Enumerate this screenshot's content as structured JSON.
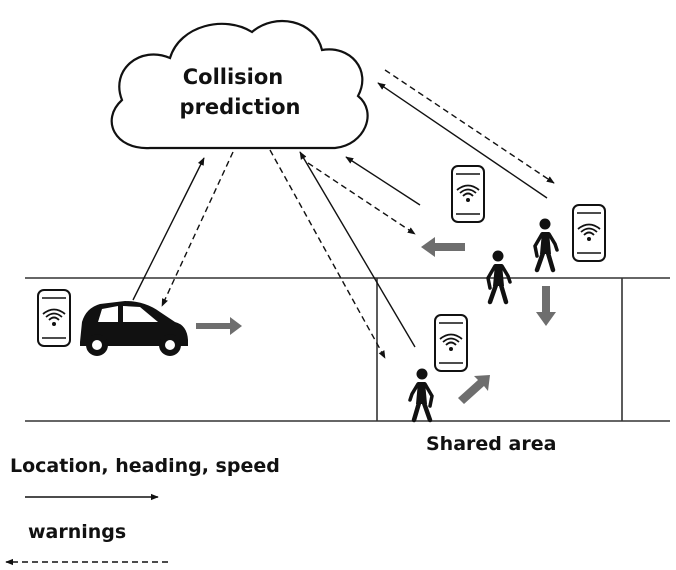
{
  "diagram": {
    "cloud_label_line1": "Collision",
    "cloud_label_line2": "prediction",
    "shared_area_label": "Shared area",
    "legend": {
      "solid_label": "Location, heading, speed",
      "dashed_label": "warnings"
    },
    "icons": [
      "cloud-icon",
      "smartphone-icon",
      "wifi-icon",
      "car-icon",
      "pedestrian-icon",
      "movement-arrow-icon"
    ],
    "colors": {
      "line": "#111111",
      "movement_arrow": "#6e6e6e",
      "road": "#333333"
    }
  }
}
